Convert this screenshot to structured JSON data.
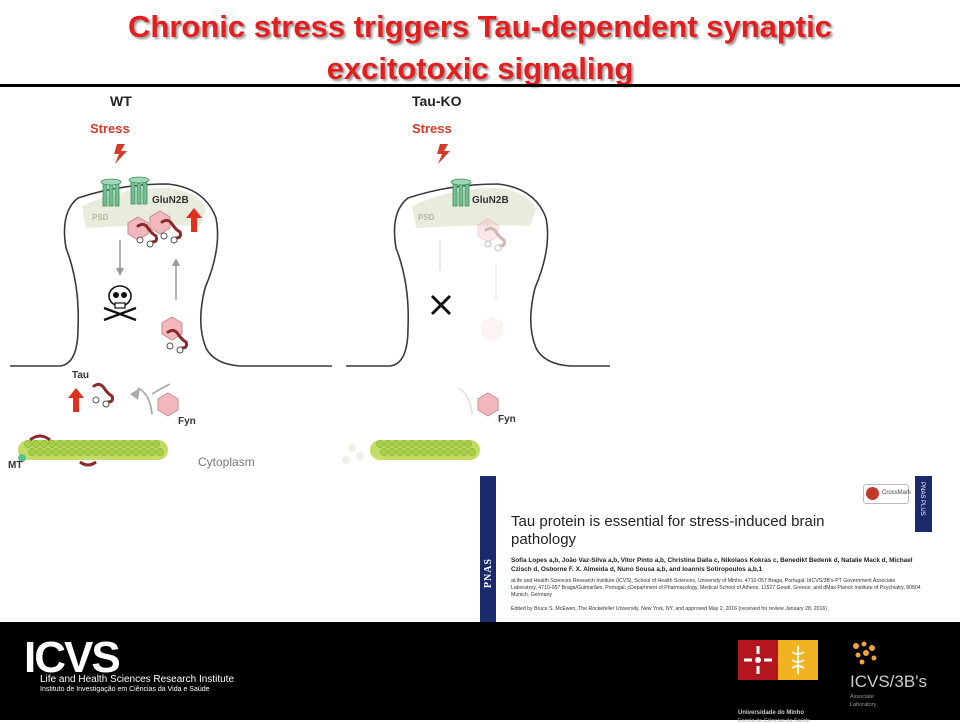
{
  "slide": {
    "title_line1": "Chronic stress triggers Tau-dependent synaptic",
    "title_line2": "excitotoxic signaling"
  },
  "diagram": {
    "wt": {
      "label": "WT",
      "stress": "Stress",
      "glun2b": "GluN2B",
      "psd": "PSD",
      "tau": "Tau",
      "fyn": "Fyn",
      "mt": "MT",
      "cytoplasm": "Cytoplasm"
    },
    "tauko": {
      "label": "Tau-KO",
      "stress": "Stress",
      "glun2b": "GluN2B",
      "psd": "PSD",
      "fyn": "Fyn"
    }
  },
  "paper": {
    "journal": "PNAS",
    "side_tab": "PNAS PLUS",
    "crossmark": "CrossMark",
    "title": "Tau protein is essential for stress-induced brain pathology",
    "authors": "Sofia Lopes a,b, João Vaz-Silva a,b, Vitor Pinto a,b, Christina Dalla c, Nikolaos Kokras c, Benedikt Bedenk d, Natalie Mack d, Michael Czisch d, Osborne F. X. Almeida d, Nuno Sousa a,b, and Ioannis Sotiropoulos a,b,1",
    "affiliations": "aLife and Health Sciences Research Institute (ICVS), School of Health Sciences, University of Minho, 4710-057 Braga, Portugal; bICVS/3B's-PT Government Associate Laboratory, 4710-057 Braga/Guimarães, Portugal; cDepartment of Pharmacology, Medical School of Athens, 11527 Goudi, Greece; and dMax Planck Institute of Psychiatry, 80804 Munich, Germany",
    "edited": "Edited by Bruce S. McEwen, The Rockefeller University, New York, NY, and approved May 2, 2016 (received for review January 28, 2016)"
  },
  "footer": {
    "icvs_logo": "ICVS",
    "icvs_line1": "Life and Health Sciences Research Institute",
    "icvs_line2": "Instituto de Investigação em Ciências da Vida e Saúde",
    "uminho_line1": "Universidade do Minho",
    "uminho_line2": "Escola de Ciências da Saúde",
    "icvs3b_logo": "ICVS/3B's",
    "icvs3b_line1": "Associate",
    "icvs3b_line2": "Laboratory"
  },
  "colors": {
    "title": "#e41e1e",
    "stress": "#d43b2a",
    "receptor": "#6fbf8f",
    "fyn": "#f2b8bd",
    "pnas": "#1a2a6c",
    "uminho_red": "#b3171d",
    "uminho_yellow": "#f2b323"
  }
}
